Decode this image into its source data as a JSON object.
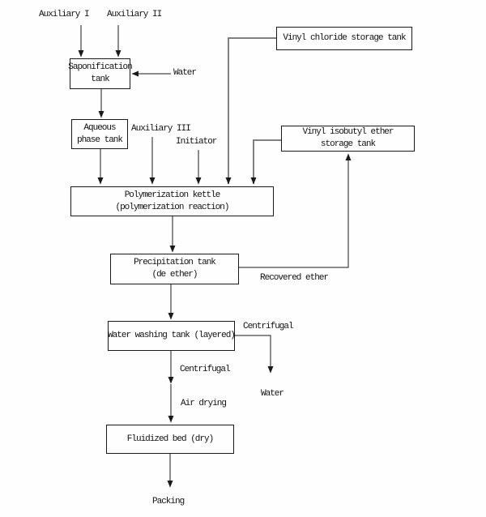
{
  "diagram": {
    "description": "Polymerization process flow diagram",
    "colors": {
      "background": "#fefefe",
      "line": "#1a1a1a",
      "supply_line": "#7f7f7f",
      "box_border": "#1a1a1a"
    },
    "nodes": {
      "saponification_tank": {
        "line1": "Saponification",
        "line2": "tank"
      },
      "vinyl_chloride_storage_tank": {
        "line1": "Vinyl chloride storage tank"
      },
      "aqueous_phase_tank": {
        "line1": "Aqueous",
        "line2": "phase tank"
      },
      "vinyl_isobutyl_ether_storage_tank": {
        "line1": "Vinyl isobutyl ether",
        "line2": "storage tank"
      },
      "polymerization_kettle": {
        "line1": "Polymerization kettle",
        "line2": "(polymerization reaction)"
      },
      "precipitation_tank": {
        "line1": "Precipitation tank",
        "line2": "(de ether)"
      },
      "water_washing_tank": {
        "line1": "Water washing tank (layered)"
      },
      "fluidized_bed": {
        "line1": "Fluidized bed (dry)"
      }
    },
    "labels": {
      "auxiliary_i": "Auxiliary I",
      "auxiliary_ii": "Auxiliary II",
      "water_in": "Water",
      "auxiliary_iii": "Auxiliary III",
      "initiator": "Initiator",
      "recovered_ether": "Recovered ether",
      "centrifugal_right": "Centrifugal",
      "centrifugal_mid": "Centrifugal",
      "water_out": "Water",
      "air_drying": "Air drying",
      "packing": "Packing"
    },
    "edges": [
      {
        "from": "Auxiliary I",
        "to": "Saponification tank"
      },
      {
        "from": "Auxiliary II",
        "to": "Saponification tank"
      },
      {
        "from": "Water",
        "to": "Saponification tank"
      },
      {
        "from": "Saponification tank",
        "to": "Aqueous phase tank"
      },
      {
        "from": "Aqueous phase tank",
        "to": "Polymerization kettle"
      },
      {
        "from": "Auxiliary III",
        "to": "Polymerization kettle"
      },
      {
        "from": "Initiator",
        "to": "Polymerization kettle"
      },
      {
        "from": "Vinyl chloride storage tank",
        "to": "Polymerization kettle"
      },
      {
        "from": "Vinyl isobutyl ether storage tank",
        "to": "Polymerization kettle"
      },
      {
        "from": "Polymerization kettle",
        "to": "Precipitation tank"
      },
      {
        "from": "Precipitation tank",
        "to": "Vinyl isobutyl ether storage tank",
        "label": "Recovered ether"
      },
      {
        "from": "Precipitation tank",
        "to": "Water washing tank"
      },
      {
        "from": "Water washing tank",
        "to": "Water",
        "label": "Centrifugal"
      },
      {
        "from": "Water washing tank",
        "to": "Fluidized bed",
        "label": "Centrifugal / Air drying"
      },
      {
        "from": "Fluidized bed",
        "to": "Packing"
      }
    ]
  }
}
